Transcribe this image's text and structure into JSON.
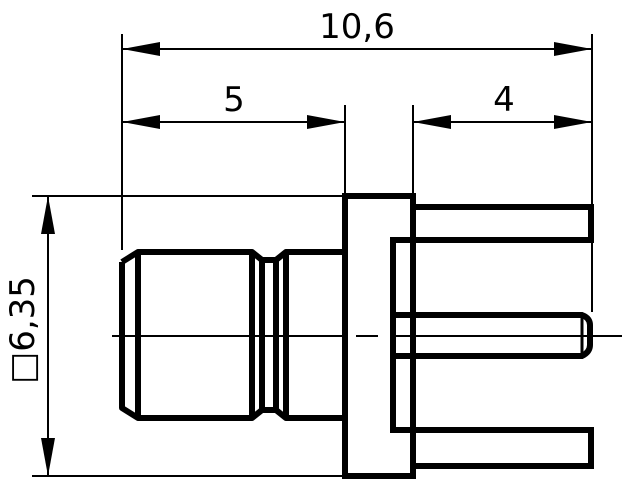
{
  "drawing": {
    "type": "technical-drawing",
    "subject": "SMB connector, straight PCB jack (side view)",
    "units": "mm",
    "colors": {
      "line": "#000000",
      "background": "#ffffff"
    }
  },
  "dimensions": {
    "overall_length": "10,6",
    "front_length": "5",
    "pin_length": "4",
    "square_size": "□6,35"
  }
}
